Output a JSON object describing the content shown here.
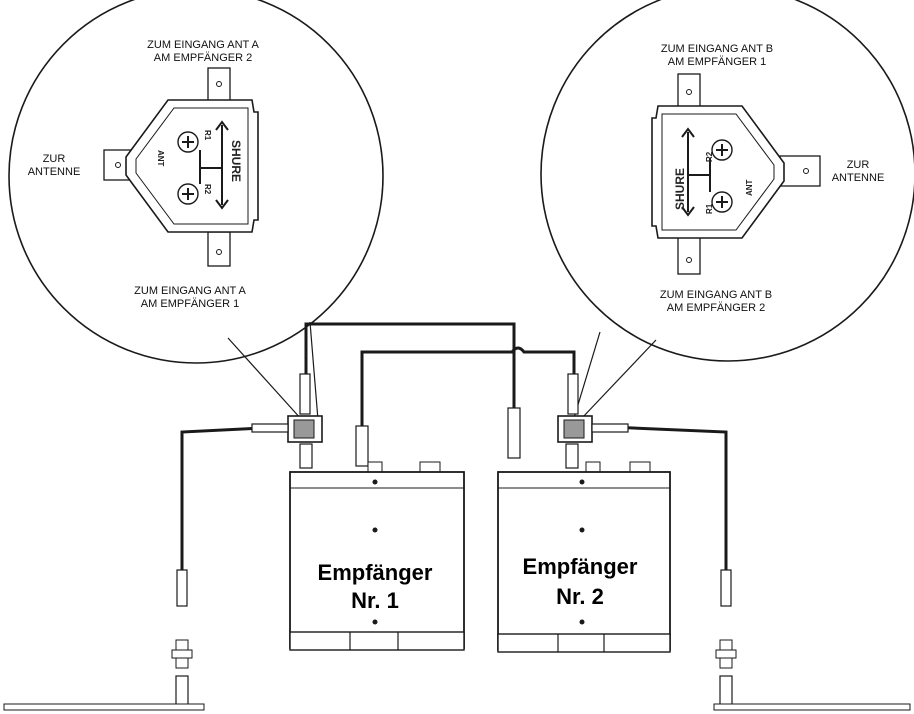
{
  "left_callout": {
    "top_label": [
      "ZUM EINGANG ANT A",
      "AM EMPFÄNGER 2"
    ],
    "side_label": [
      "ZUR",
      "ANTENNE"
    ],
    "bottom_label": [
      "ZUM EINGANG ANT A",
      "AM EMPFÄNGER 1"
    ],
    "brand": "SHURE",
    "port_ant": "ANT",
    "port_r1": "R1",
    "port_r2": "R2"
  },
  "right_callout": {
    "top_label": [
      "ZUM EINGANG ANT B",
      "AM EMPFÄNGER 1"
    ],
    "side_label": [
      "ZUR",
      "ANTENNE"
    ],
    "bottom_label": [
      "ZUM EINGANG ANT B",
      "AM EMPFÄNGER 2"
    ],
    "brand": "SHURE",
    "port_ant": "ANT",
    "port_r1": "R1",
    "port_r2": "R2"
  },
  "receiver1": {
    "line1": "Empfänger",
    "line2": "Nr. 1"
  },
  "receiver2": {
    "line1": "Empfänger",
    "line2": "Nr. 2"
  },
  "colors": {
    "line": "#1a1a1a",
    "background": "#ffffff"
  }
}
